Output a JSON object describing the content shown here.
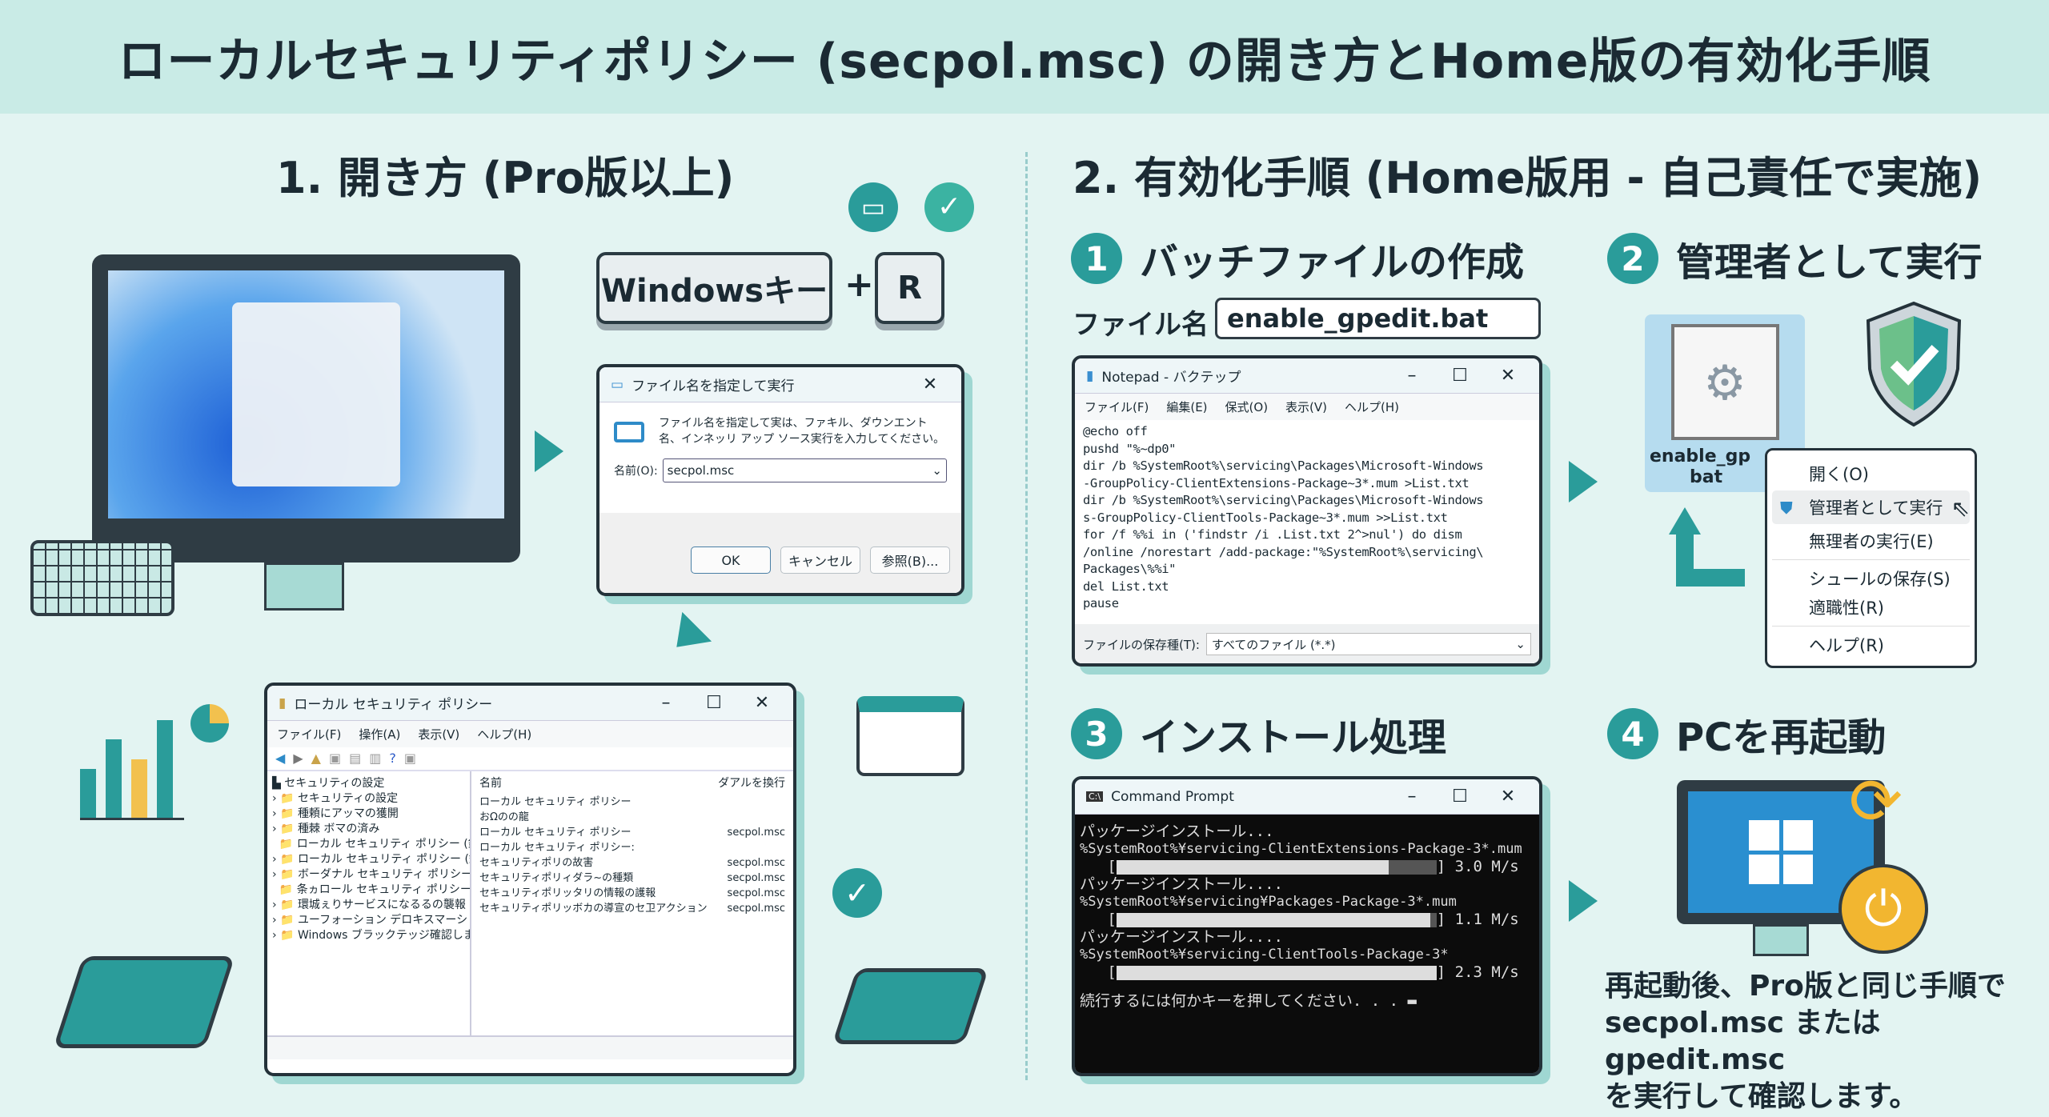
{
  "title": "ローカルセキュリティポリシー (secpol.msc) の開き方とHome版の有効化手順",
  "left": {
    "heading": "1. 開き方 (Pro版以上)",
    "keys": {
      "win": "Windowsキー",
      "plus": "+",
      "r": "R"
    },
    "run_dialog": {
      "title": "ファイル名を指定して実行",
      "description": "ファイル名を指定して実は、ファキル、ダウンエント名、インネッリ アップ ソース実行を入力してください。",
      "name_label": "名前(O):",
      "name_value": "secpol.msc",
      "ok": "OK",
      "cancel": "キャンセル",
      "browse": "参照(B)..."
    },
    "secpol": {
      "title": "ローカル セキュリティ ポリシー",
      "menu": [
        "ファイル(F)",
        "操作(A)",
        "表示(V)",
        "ヘルプ(H)"
      ],
      "tree_root": "セキュリティの設定",
      "tree": [
        "セキュリティの設定",
        "種頼にアッマの獲開",
        "種棘 ボマの済み",
        "ローカル セキュリティ ポリシー (鉄の桂報)",
        "ローカル セキュリティ ポリシー (鍵の手帳)",
        "ボーダナル セキュリティ ポリシー",
        "条ヵロール セキュリティ ポリシー",
        "環城ぇりサービスになるるの襲報",
        "ユーフォーション デロキスマーション琥理風",
        "Windows ブラックテッジ確認します"
      ],
      "col_name": "名前",
      "col_type": "ダアルを換行",
      "rows": [
        {
          "name": "ローカル セキュリティ ポリシー",
          "type": ""
        },
        {
          "name": "おΩのの龍",
          "type": ""
        },
        {
          "name": "ローカル セキュリティ ポリシー",
          "type": "secpol.msc"
        },
        {
          "name": "ローカル セキュリティ ポリシー:",
          "type": ""
        },
        {
          "name": "セキュリティポリの故害",
          "type": "secpol.msc"
        },
        {
          "name": "セキュリティポリィダラ~の種類",
          "type": "secpol.msc"
        },
        {
          "name": "セキュリティポリッタリの情報の護報",
          "type": "secpol.msc"
        },
        {
          "name": "セキュリティポリッボカの導宣のセ卫アクション",
          "type": "secpol.msc"
        }
      ]
    }
  },
  "right": {
    "heading": "2. 有効化手順 (Home版用 - 自己責任で実施)",
    "step1": {
      "num": "1",
      "label": "バッチファイルの作成",
      "file_label": "ファイル名",
      "file_value": "enable_gpedit.bat"
    },
    "notepad": {
      "title": "Notepad - バクテップ",
      "menu": [
        "ファイル(F)",
        "編集(E)",
        "保式(O)",
        "表示(V)",
        "ヘルプ(H)"
      ],
      "code": "@echo off\npushd \"%~dp0\"\ndir /b %SystemRoot%\\servicing\\Packages\\Microsoft-Windows\n-GroupPolicy-ClientExtensions-Package~3*.mum >List.txt\ndir /b %SystemRoot%\\servicing\\Packages\\Microsoft-Windows\ns-GroupPolicy-ClientTools-Package~3*.mum >>List.txt\nfor /f %%i in ('findstr /i .List.txt 2^>nul') do dism\n/online /norestart /add-package:\"%SystemRoot%\\servicing\\\nPackages\\%%i\"\ndel List.txt\npause",
      "save_type_label": "ファイルの保存種(T):",
      "save_type_value": "すべてのファイル (*.*)"
    },
    "step2": {
      "num": "2",
      "label": "管理者として実行",
      "file_name": "enable_gp",
      "file_ext": "bat",
      "context_menu": [
        "開く(O)",
        "管理者として実行",
        "無理者の実行(E)",
        "シュールの保存(S)",
        "適職性(R)",
        "ヘルプ(R)"
      ]
    },
    "step3": {
      "num": "3",
      "label": "インストール処理"
    },
    "cmd": {
      "title": "Command Prompt",
      "lines": [
        {
          "head": "パッケージインストール...",
          "path": "%SystemRoot%¥servicing-ClientExtensions-Package-3*.mum",
          "progress": 0.85,
          "speed": "3.0 M/s"
        },
        {
          "head": "パッケージインストール....",
          "path": "%SystemRoot%¥servicing¥Packages-Package-3*.mum",
          "progress": 0.98,
          "speed": "1.1 M/s"
        },
        {
          "head": "パッケージインストール....",
          "path": "%SystemRoot%¥servicing-ClientTools-Package-3*",
          "progress": 1.0,
          "speed": "2.3 M/s"
        }
      ],
      "prompt": "続行するには何かキーを押してください. . ."
    },
    "step4": {
      "num": "4",
      "label": "PCを再起動"
    },
    "note": [
      "再起動後、Pro版と同じ手順で",
      "secpol.msc または gpedit.msc",
      "を実行して確認します。"
    ]
  },
  "colors": {
    "accent": "#2a9c9a",
    "header_bg": "#c9ebe6",
    "bg": "#e3f4f2"
  }
}
